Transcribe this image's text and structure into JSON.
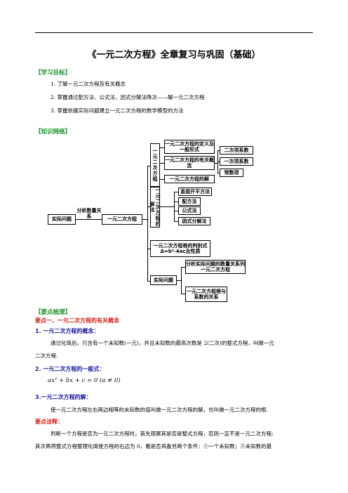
{
  "title": "《一元二次方程》全章复习与巩固（基础）",
  "objectives": {
    "heading": "【学习目标】",
    "items": [
      "1. 了解一元二次方程及有关概念",
      "2. 掌握通过配方法、公式法、因式分解法降次——解一元二次方程",
      "3. 掌握依据实际问题建立一元二次方程的数学模型的方法"
    ]
  },
  "network": {
    "heading": "【知识网络】",
    "nodes": {
      "real_problem": "实际问题",
      "analyze_label": "分析数量关系",
      "equation": "一元二次方程",
      "concept_group": "一元二次方程",
      "definition": "一元二次方程的定义及一般形式",
      "related": "一元二次方程的有关概念",
      "quad": "二次项系数",
      "linear": "一次项系数",
      "const": "常数项",
      "solution": "一元二次方程的解",
      "solving_group": "一元二次方程的解法",
      "sqrt": "直接开平方法",
      "complete": "配方法",
      "formula": "公式法",
      "factor": "因式分解法",
      "discriminant": "一元二次方程根的判别式Δ=b²-4ac及性质",
      "real_problem2": "实际问题",
      "analyze2": "分析实际问题的数量关系列一元二次方程",
      "roots_coef": "一元二次方程根与系数的关系"
    }
  },
  "summary": {
    "heading": "【要点梳理】",
    "point1": "要点一、一元二次方程的有关概念",
    "sub1": "1.  一元二次方程的概念：",
    "sub1_text1": "通过化简后，只含有一个未知数(一元)，并且未知数的最高次数是 2(二次)的整式方程，叫做一元",
    "sub1_text2": "二次方程.",
    "sub2": "2.  一元二次方程的一般式：",
    "formula": "ax² + bx + c = 0 (a ≠ 0)",
    "sub3": "3.一元二次方程的解：",
    "sub3_text": "使一元二次方程左右两边相等的未知数的值叫做一元二次方程的解，也叫做一元二次方程的根.",
    "note_heading": "要点诠释：",
    "note_text1": "判断一个方程是否为一元二次方程时，首先观察其是否是整式方程，否则一定不是一元二次方程;",
    "note_text2": "其次再将整式方程整理化简使方程的右边为 0，看是否具备另两个条件：①一个未知数；②未知数的最"
  }
}
